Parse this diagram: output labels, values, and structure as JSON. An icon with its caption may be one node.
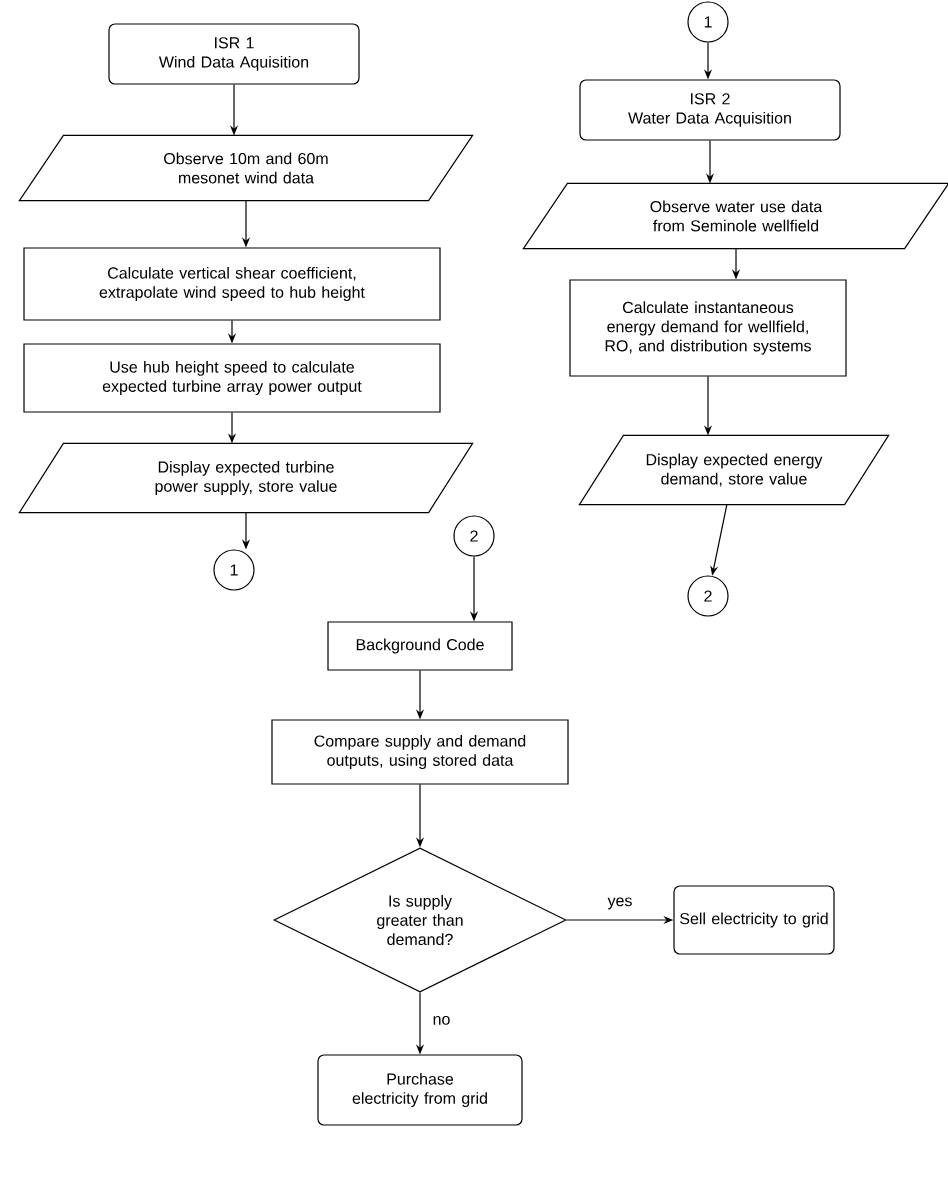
{
  "diagram": {
    "nodes": [
      {
        "text": [
          "ISR 1",
          "Wind Data Aquisition"
        ]
      },
      {
        "text": [
          "Observe 10m and 60m mesonet wind data"
        ]
      },
      {
        "text": [
          "Calculate vertical shear coefficient, extrapolate wind speed to hub height"
        ]
      },
      {
        "text": [
          "Use hub height speed to calculate expected turbine array power output"
        ]
      },
      {
        "text": [
          "Display expected turbine power supply, store value"
        ]
      },
      {
        "text": [
          "1"
        ]
      },
      {
        "text": [
          "1"
        ]
      },
      {
        "text": [
          "ISR 2",
          "Water Data Acquisition"
        ]
      },
      {
        "text": [
          "Observe water use data from Seminole wellfield"
        ]
      },
      {
        "text": [
          "Calculate instantaneous energy demand for wellfield, RO, and distribution systems"
        ]
      },
      {
        "text": [
          "Display expected energy demand, store value"
        ]
      },
      {
        "text": [
          "2"
        ]
      },
      {
        "text": [
          "2"
        ]
      },
      {
        "text": [
          "Background Code"
        ]
      },
      {
        "text": [
          "Compare supply and demand outputs, using stored data"
        ]
      },
      {
        "text": [
          "Is supply greater than demand?"
        ]
      },
      {
        "text": [
          "Sell electricity to grid"
        ]
      },
      {
        "text": [
          "Purchase electricity from grid"
        ]
      }
    ],
    "edges": [
      {
        "from": 0,
        "to": 1,
        "arrow": "to"
      },
      {
        "from": 1,
        "to": 2,
        "arrow": "to"
      },
      {
        "from": 2,
        "to": 3,
        "arrow": "to"
      },
      {
        "from": 3,
        "to": 4,
        "arrow": "to"
      },
      {
        "from": 4,
        "to": 5,
        "arrow": "to"
      },
      {
        "from": 6,
        "to": 7,
        "arrow": "to"
      },
      {
        "from": 7,
        "to": 8,
        "arrow": "to"
      },
      {
        "from": 8,
        "to": 9,
        "arrow": "to"
      },
      {
        "from": 9,
        "to": 10,
        "arrow": "to"
      },
      {
        "from": 10,
        "to": 11,
        "arrow": "to"
      },
      {
        "from": 12,
        "to": 13,
        "arrow": "to"
      },
      {
        "from": 13,
        "to": 14,
        "arrow": "to"
      },
      {
        "from": 14,
        "to": 15,
        "arrow": "to"
      },
      {
        "from": 15,
        "to": 16,
        "arrow": "to",
        "label": "yes"
      },
      {
        "from": 15,
        "to": 17,
        "arrow": "to",
        "label": "no"
      }
    ]
  }
}
